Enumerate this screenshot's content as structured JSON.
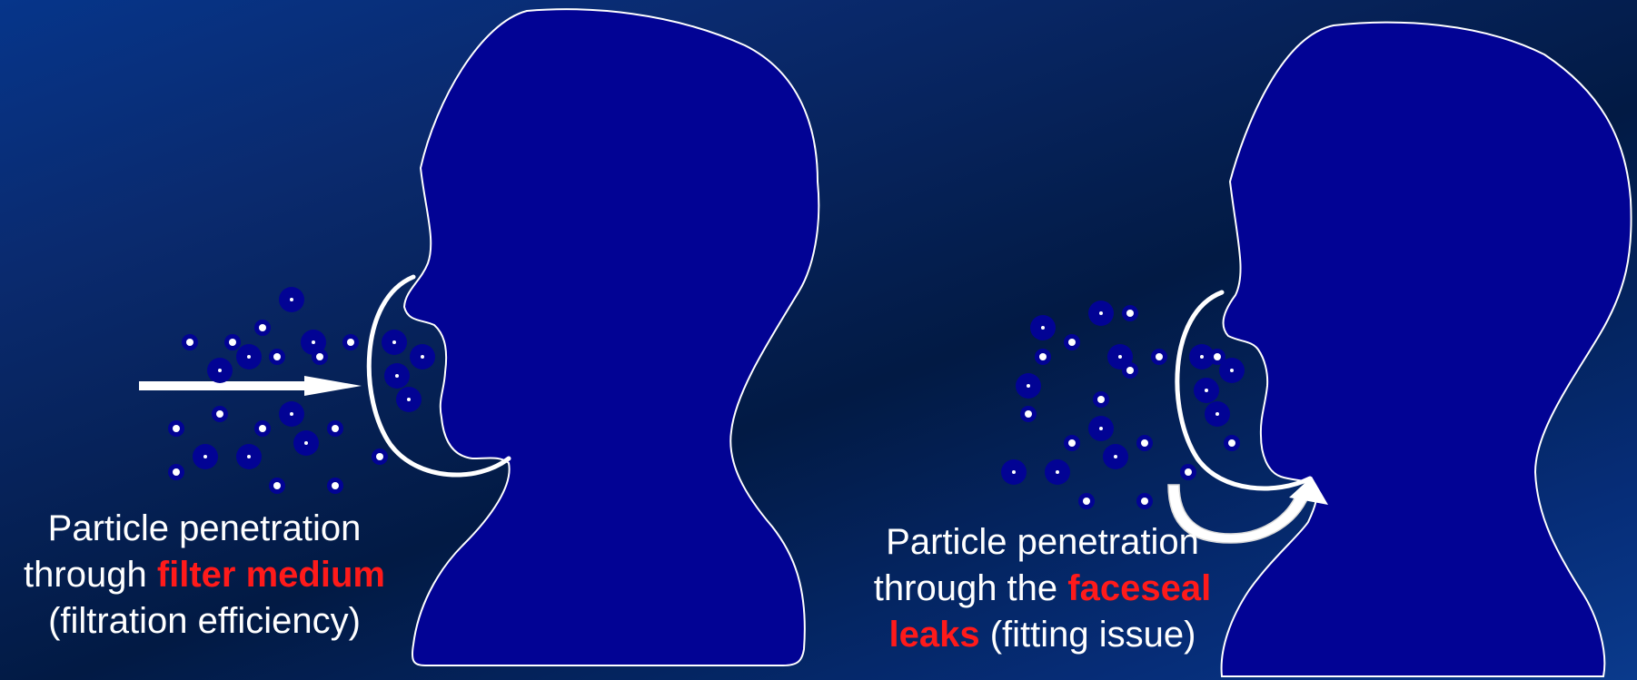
{
  "colors": {
    "head_fill": "#020394",
    "outline": "#ffffff",
    "highlight": "#ff1a1a",
    "particle_fill": "#020394",
    "particle_core": "#ffffff"
  },
  "icons": {
    "left_arrow": "straight-arrow-icon",
    "right_arrow": "curved-arrow-icon",
    "heads": "head-silhouette-icon",
    "masks": "mask-crescent-icon"
  },
  "left_caption": {
    "line1": "Particle penetration",
    "line2_prefix": "through ",
    "line2_highlight": "filter medium",
    "line3": "(filtration efficiency)"
  },
  "right_caption": {
    "line1": "Particle penetration",
    "line2_prefix": "through the ",
    "line2_highlight": "faceseal",
    "line3_highlight": "leaks",
    "line3_suffix": " (fitting issue)"
  }
}
